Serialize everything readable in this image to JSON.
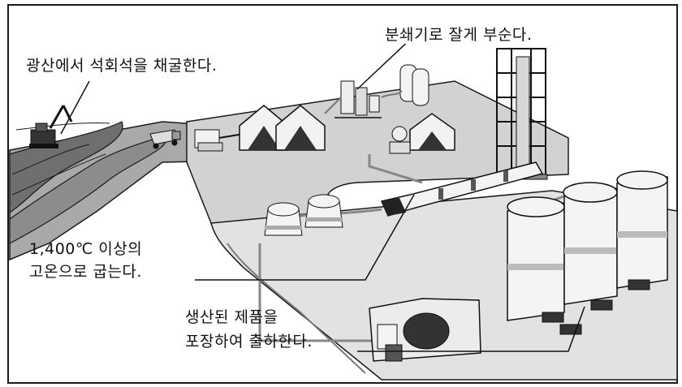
{
  "labels": {
    "mining": "광산에서 석회석을 채굴한다.",
    "crushing": "분쇄기로 잘게 부순다.",
    "firing_line1": "1,400℃ 이상의",
    "firing_line2": "고온으로 굽는다.",
    "packing_line1": "생산된 제품을",
    "packing_line2": "포장하여 출하한다."
  },
  "colors": {
    "ground_dark": "#6f6f6f",
    "ground_mid": "#a9a9a9",
    "ground_light": "#d2d2d2",
    "silo": "#f4f4f4",
    "outline": "#1a1a1a"
  }
}
